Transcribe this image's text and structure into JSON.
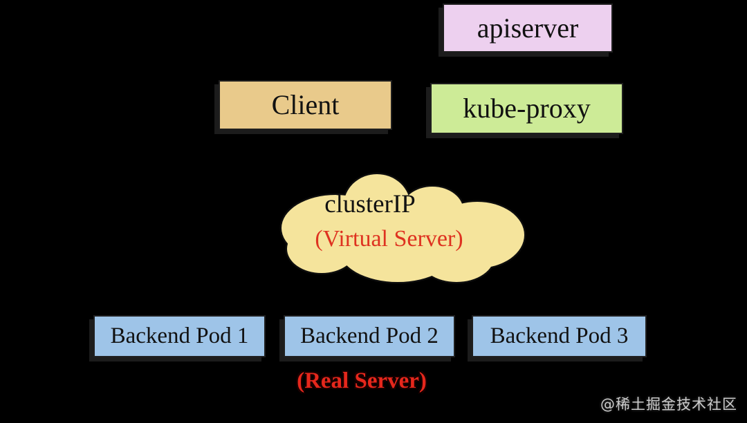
{
  "diagram": {
    "background": "#000000",
    "text_color": "#111111",
    "nodes": {
      "apiserver": {
        "label": "apiserver",
        "fill": "#edd0ef"
      },
      "client": {
        "label": "Client",
        "fill": "#e9ca8b"
      },
      "kube_proxy": {
        "label": "kube-proxy",
        "fill": "#cdeb97"
      },
      "cluster_ip": {
        "label": "clusterIP",
        "sublabel": "(Virtual Server)",
        "fill": "#f5e49c",
        "stroke": "#0d0d0d",
        "sublabel_color": "#de3220"
      },
      "backend_pods": {
        "fill": "#9ec4e8",
        "items": [
          {
            "label": "Backend Pod 1"
          },
          {
            "label": "Backend Pod 2"
          },
          {
            "label": "Backend Pod 3"
          }
        ]
      },
      "real_server_note": {
        "label": "(Real Server)",
        "color": "#e6271c"
      }
    },
    "watermark": {
      "text": "@稀土掘金技术社区",
      "color": "#e8e8e8"
    }
  }
}
